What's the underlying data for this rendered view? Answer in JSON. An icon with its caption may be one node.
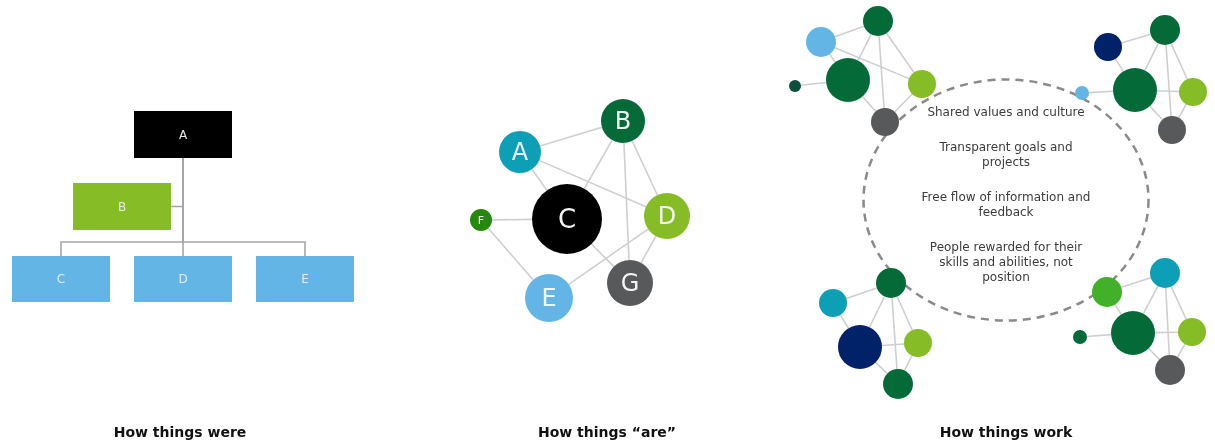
{
  "diagram": {
    "nodes": [
      {
        "text": [
          "A"
        ]
      },
      {
        "text": [
          "B"
        ]
      },
      {
        "text": [
          "C"
        ]
      },
      {
        "text": [
          "D"
        ]
      },
      {
        "text": [
          "E"
        ]
      },
      {
        "text": [
          "A"
        ]
      },
      {
        "text": [
          "B"
        ]
      },
      {
        "text": [
          "C"
        ]
      },
      {
        "text": [
          "D"
        ]
      },
      {
        "text": [
          "E"
        ]
      },
      {
        "text": [
          "F"
        ]
      },
      {
        "text": [
          "G"
        ]
      },
      {
        "text": [
          "Shared values and culture",
          "Transparent goals and projects",
          "Free flow of information and feedback",
          "People rewarded for their skills and abilities, not position"
        ]
      },
      {
        "text": [],
        "shape": "circle"
      },
      {
        "text": [],
        "shape": "circle"
      },
      {
        "text": [],
        "shape": "circle"
      },
      {
        "text": [],
        "shape": "circle"
      },
      {
        "text": [],
        "shape": "circle"
      },
      {
        "text": [],
        "shape": "circle"
      },
      {
        "text": [],
        "shape": "circle"
      },
      {
        "text": [],
        "shape": "circle"
      },
      {
        "text": [],
        "shape": "circle"
      },
      {
        "text": [],
        "shape": "circle"
      },
      {
        "text": [],
        "shape": "circle"
      },
      {
        "text": [],
        "shape": "circle"
      },
      {
        "text": [],
        "shape": "circle"
      },
      {
        "text": [],
        "shape": "circle"
      },
      {
        "text": [],
        "shape": "circle"
      },
      {
        "text": [],
        "shape": "circle"
      },
      {
        "text": [],
        "shape": "circle"
      },
      {
        "text": [],
        "shape": "circle"
      },
      {
        "text": [],
        "shape": "circle"
      },
      {
        "text": [],
        "shape": "circle"
      },
      {
        "text": [],
        "shape": "circle"
      },
      {
        "text": [],
        "shape": "circle"
      },
      {
        "text": [],
        "shape": "circle"
      }
    ],
    "edges": [
      {
        "from": 0,
        "to": 1,
        "arrow": "none"
      },
      {
        "from": 0,
        "to": 2,
        "arrow": "none"
      },
      {
        "from": 0,
        "to": 3,
        "arrow": "none"
      },
      {
        "from": 0,
        "to": 4,
        "arrow": "none"
      },
      {
        "from": 5,
        "to": 6,
        "arrow": "none"
      },
      {
        "from": 5,
        "to": 7,
        "arrow": "none"
      },
      {
        "from": 5,
        "to": 8,
        "arrow": "none"
      },
      {
        "from": 6,
        "to": 7,
        "arrow": "none"
      },
      {
        "from": 6,
        "to": 11,
        "arrow": "none"
      },
      {
        "from": 6,
        "to": 8,
        "arrow": "none"
      },
      {
        "from": 7,
        "to": 10,
        "arrow": "none"
      },
      {
        "from": 7,
        "to": 11,
        "arrow": "none"
      },
      {
        "from": 10,
        "to": 9,
        "arrow": "none"
      },
      {
        "from": 9,
        "to": 8,
        "arrow": "none"
      },
      {
        "from": 8,
        "to": 11,
        "arrow": "none"
      },
      {
        "from": 14,
        "to": 15,
        "arrow": "none"
      },
      {
        "from": 14,
        "to": 16,
        "arrow": "none"
      },
      {
        "from": 14,
        "to": 17,
        "arrow": "none"
      },
      {
        "from": 15,
        "to": 16,
        "arrow": "none"
      },
      {
        "from": 15,
        "to": 18,
        "arrow": "none"
      },
      {
        "from": 15,
        "to": 17,
        "arrow": "none"
      },
      {
        "from": 13,
        "to": 16,
        "arrow": "none"
      },
      {
        "from": 16,
        "to": 18,
        "arrow": "none"
      },
      {
        "from": 17,
        "to": 18,
        "arrow": "none"
      },
      {
        "from": 20,
        "to": 21,
        "arrow": "none"
      },
      {
        "from": 20,
        "to": 22,
        "arrow": "none"
      },
      {
        "from": 21,
        "to": 22,
        "arrow": "none"
      },
      {
        "from": 21,
        "to": 23,
        "arrow": "none"
      },
      {
        "from": 21,
        "to": 24,
        "arrow": "none"
      },
      {
        "from": 19,
        "to": 22,
        "arrow": "none"
      },
      {
        "from": 22,
        "to": 24,
        "arrow": "none"
      },
      {
        "from": 22,
        "to": 23,
        "arrow": "none"
      },
      {
        "from": 24,
        "to": 23,
        "arrow": "none"
      },
      {
        "from": 25,
        "to": 26,
        "arrow": "none"
      },
      {
        "from": 25,
        "to": 27,
        "arrow": "none"
      },
      {
        "from": 26,
        "to": 27,
        "arrow": "none"
      },
      {
        "from": 26,
        "to": 29,
        "arrow": "none"
      },
      {
        "from": 26,
        "to": 28,
        "arrow": "none"
      },
      {
        "from": 27,
        "to": 28,
        "arrow": "none"
      },
      {
        "from": 27,
        "to": 29,
        "arrow": "none"
      },
      {
        "from": 28,
        "to": 29,
        "arrow": "none"
      },
      {
        "from": 31,
        "to": 33,
        "arrow": "none"
      },
      {
        "from": 31,
        "to": 32,
        "arrow": "none"
      },
      {
        "from": 33,
        "to": 32,
        "arrow": "none"
      },
      {
        "from": 33,
        "to": 34,
        "arrow": "none"
      },
      {
        "from": 33,
        "to": 35,
        "arrow": "none"
      },
      {
        "from": 30,
        "to": 32,
        "arrow": "none"
      },
      {
        "from": 32,
        "to": 35,
        "arrow": "none"
      },
      {
        "from": 32,
        "to": 34,
        "arrow": "none"
      },
      {
        "from": 35,
        "to": 34,
        "arrow": "none"
      }
    ],
    "labels": [
      "How things were",
      "How things “are”",
      "How things work"
    ]
  }
}
